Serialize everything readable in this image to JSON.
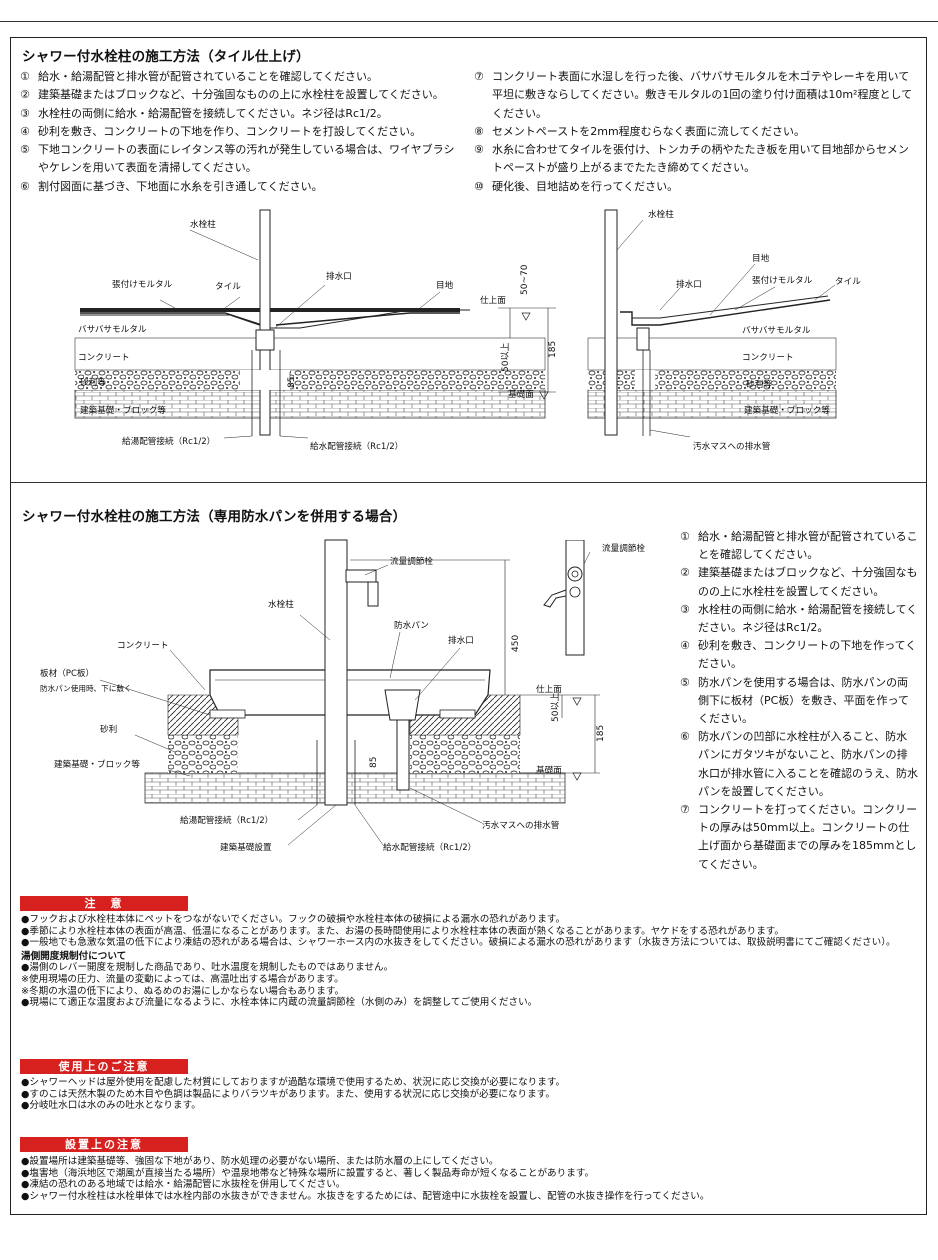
{
  "section1": {
    "title": "シャワー付水栓柱の施工方法（タイル仕上げ）",
    "steps_left": [
      {
        "num": "①",
        "text": "給水・給湯配管と排水管が配管されていることを確認してください。"
      },
      {
        "num": "②",
        "text": "建築基礎またはブロックなど、十分強固なものの上に水栓柱を設置してください。"
      },
      {
        "num": "③",
        "text": "水栓柱の両側に給水・給湯配管を接続してください。ネジ径はRc1/2。"
      },
      {
        "num": "④",
        "text": "砂利を敷き、コンクリートの下地を作り、コンクリートを打設してください。"
      },
      {
        "num": "⑤",
        "text": "下地コンクリートの表面にレイタンス等の汚れが発生している場合は、ワイヤブラシやケレンを用いて表面を清掃してください。"
      },
      {
        "num": "⑥",
        "text": "割付図面に基づき、下地面に水糸を引き通してください。"
      }
    ],
    "steps_right": [
      {
        "num": "⑦",
        "text": "コンクリート表面に水湿しを行った後、バサバサモルタルを木ゴテやレーキを用いて平坦に敷きならしてください。敷きモルタルの1回の塗り付け面積は10m²程度としてください。"
      },
      {
        "num": "⑧",
        "text": "セメントペーストを2mm程度むらなく表面に流してください。"
      },
      {
        "num": "⑨",
        "text": "水糸に合わせてタイルを張付け、トンカチの柄やたたき板を用いて目地部からセメントペーストが盛り上がるまでたたき締めてください。"
      },
      {
        "num": "⑩",
        "text": "硬化後、目地詰めを行ってください。"
      }
    ],
    "diagram_left": {
      "suisen": "水栓柱",
      "haritsuke": "張付けモルタル",
      "tile": "タイル",
      "haisui": "排水口",
      "meji": "目地",
      "basabasa": "バサバサモルタル",
      "concrete": "コンクリート",
      "jari": "砂利等",
      "kiso": "建築基礎・ブロック等",
      "kyuto": "給湯配管接続（Rc1/2）",
      "kyusui": "給水配管接続（Rc1/2）",
      "shiage": "仕上面",
      "kisomen": "基礎面",
      "d5070": "50~70",
      "d50": "50以上",
      "d185": "185",
      "d85": "85"
    },
    "diagram_right": {
      "suisen": "水栓柱",
      "meji": "目地",
      "haisui": "排水口",
      "haritsuke": "張付けモルタル",
      "tile": "タイル",
      "basabasa": "バサバサモルタル",
      "concrete": "コンクリート",
      "jari": "砂利等",
      "kiso": "建築基礎・ブロック等",
      "osui": "汚水マスへの排水管"
    }
  },
  "section2": {
    "title": "シャワー付水栓柱の施工方法（専用防水パンを併用する場合）",
    "steps": [
      {
        "num": "①",
        "text": "給水・給湯配管と排水管が配管されていることを確認してください。"
      },
      {
        "num": "②",
        "text": "建築基礎またはブロックなど、十分強固なものの上に水栓柱を設置してください。"
      },
      {
        "num": "③",
        "text": "水栓柱の両側に給水・給湯配管を接続してください。ネジ径はRc1/2。"
      },
      {
        "num": "④",
        "text": "砂利を敷き、コンクリートの下地を作ってください。"
      },
      {
        "num": "⑤",
        "text": "防水パンを使用する場合は、防水パンの両側下に板材（PC板）を敷き、平面を作ってください。"
      },
      {
        "num": "⑥",
        "text": "防水パンの凹部に水栓柱が入ること、防水パンにガタツキがないこと、防水パンの排水口が排水管に入ることを確認のうえ、防水パンを設置してください。"
      },
      {
        "num": "⑦",
        "text": "コンクリートを打ってください。コンクリートの厚みは50mm以上。コンクリートの仕上げ面から基礎面までの厚みを185mmとしてください。"
      }
    ],
    "diagram": {
      "ryuryo": "流量調節栓",
      "suisen": "水栓柱",
      "bousuipan": "防水パン",
      "haisui": "排水口",
      "concrete": "コンクリート",
      "itazai": "板材（PC板）",
      "itazai_note": "防水パン使用時、下に敷く",
      "jari": "砂利",
      "kiso": "建築基礎・ブロック等",
      "kyuto": "給湯配管接続（Rc1/2）",
      "kisosetchi": "建築基礎設置",
      "kyusui": "給水配管接続（Rc1/2）",
      "osui": "汚水マスへの排水管",
      "shiage": "仕上面",
      "kisomen": "基礎面",
      "d450": "450",
      "d50": "50以上",
      "d185": "185",
      "d85": "85",
      "ryuryo_right": "流量調節栓"
    }
  },
  "notes": {
    "chui_title": "注　意",
    "chui": [
      "●フックおよび水栓柱本体にペットをつながないでください。フックの破損や水栓柱本体の破損による漏水の恐れがあります。",
      "●季節により水栓柱本体の表面が高温、低温になることがあります。また、お湯の長時間使用により水栓柱本体の表面が熱くなることがあります。ヤケドをする恐れがあります。",
      "●一般地でも急激な気温の低下により凍結の恐れがある場合は、シャワーホース内の水抜きをしてください。破損による漏水の恐れがあります（水抜き方法については、取扱説明書にてご確認ください）。"
    ],
    "yugawa_title": "湯側開度規制付について",
    "yugawa": [
      "●湯側のレバー開度を規制した商品であり、吐水温度を規制したものではありません。",
      "※使用現場の圧力、流量の変動によっては、高温吐出する場合があります。",
      "※冬期の水温の低下により、ぬるめのお湯にしかならない場合もあります。",
      "●現場にて適正な温度および流量になるように、水栓本体に内蔵の流量調節栓（水側のみ）を調整してご使用ください。"
    ],
    "shiyo_title": "使用上のご注意",
    "shiyo": [
      "●シャワーヘッドは屋外使用を配慮した材質にしておりますが過酷な環境で使用するため、状況に応じ交換が必要になります。",
      "●すのこは天然木製のため木目や色調は製品によりバラツキがあります。また、使用する状況に応じ交換が必要になります。",
      "●分岐吐水口は水のみの吐水となります。"
    ],
    "setchi_title": "設置上の注意",
    "setchi": [
      "●設置場所は建築基礎等、強固な下地があり、防水処理の必要がない場所、または防水層の上にしてください。",
      "●塩害地（海浜地区で潮風が直接当たる場所）や温泉地帯など特殊な場所に設置すると、著しく製品寿命が短くなることがあります。",
      "●凍結の恐れのある地域では給水・給湯配管に水抜栓を併用してください。",
      "●シャワー付水栓柱は水栓単体では水栓内部の水抜きができません。水抜きをするためには、配管途中に水抜栓を設置し、配管の水抜き操作を行ってください。"
    ]
  }
}
